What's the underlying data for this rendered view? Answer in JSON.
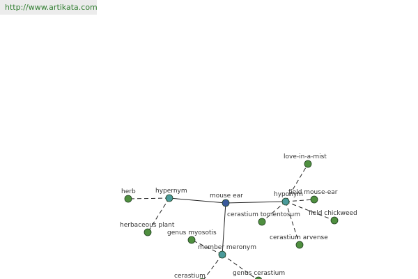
{
  "header": {
    "url": "http://www.artikata.com"
  },
  "colors": {
    "center_node": "#3a5a9c",
    "relation_node": "#4a9a9a",
    "leaf_node": "#4f8f3f",
    "node_stroke": "#1f3f1f"
  },
  "graph": {
    "nodes": [
      {
        "id": "mouse-ear",
        "label": "mouse ear",
        "kind": "center"
      },
      {
        "id": "hypernym",
        "label": "hypernym",
        "kind": "relation"
      },
      {
        "id": "hyponym",
        "label": "hyponym",
        "kind": "relation"
      },
      {
        "id": "member-meronym",
        "label": "member meronym",
        "kind": "relation"
      },
      {
        "id": "herb",
        "label": "herb",
        "kind": "leaf"
      },
      {
        "id": "herbaceous-plant",
        "label": "herbaceous plant",
        "kind": "leaf"
      },
      {
        "id": "love-in-a-mist",
        "label": "love-in-a-mist",
        "kind": "leaf"
      },
      {
        "id": "field-mouse-ear",
        "label": "field mouse-ear",
        "kind": "leaf"
      },
      {
        "id": "field-chickweed",
        "label": "field chickweed",
        "kind": "leaf"
      },
      {
        "id": "cerastium-tomentosum",
        "label": "cerastium tomentosum",
        "kind": "leaf"
      },
      {
        "id": "cerastium-arvense",
        "label": "cerastium arvense",
        "kind": "leaf"
      },
      {
        "id": "genus-myosotis",
        "label": "genus myosotis",
        "kind": "leaf"
      },
      {
        "id": "cerastium",
        "label": "cerastium",
        "kind": "leaf"
      },
      {
        "id": "genus-cerastium",
        "label": "genus cerastium",
        "kind": "leaf"
      }
    ],
    "edges": [
      {
        "from": "mouse-ear",
        "to": "hypernym",
        "style": "solid"
      },
      {
        "from": "mouse-ear",
        "to": "hyponym",
        "style": "solid"
      },
      {
        "from": "mouse-ear",
        "to": "member-meronym",
        "style": "solid"
      },
      {
        "from": "hypernym",
        "to": "herb",
        "style": "dashed"
      },
      {
        "from": "hypernym",
        "to": "herbaceous-plant",
        "style": "dashed"
      },
      {
        "from": "hyponym",
        "to": "love-in-a-mist",
        "style": "dashed"
      },
      {
        "from": "hyponym",
        "to": "field-mouse-ear",
        "style": "dashed"
      },
      {
        "from": "hyponym",
        "to": "field-chickweed",
        "style": "dashed"
      },
      {
        "from": "hyponym",
        "to": "cerastium-tomentosum",
        "style": "dashed"
      },
      {
        "from": "hyponym",
        "to": "cerastium-arvense",
        "style": "dashed"
      },
      {
        "from": "member-meronym",
        "to": "genus-myosotis",
        "style": "dashed"
      },
      {
        "from": "member-meronym",
        "to": "cerastium",
        "style": "dashed"
      },
      {
        "from": "member-meronym",
        "to": "genus-cerastium",
        "style": "dashed"
      }
    ]
  }
}
